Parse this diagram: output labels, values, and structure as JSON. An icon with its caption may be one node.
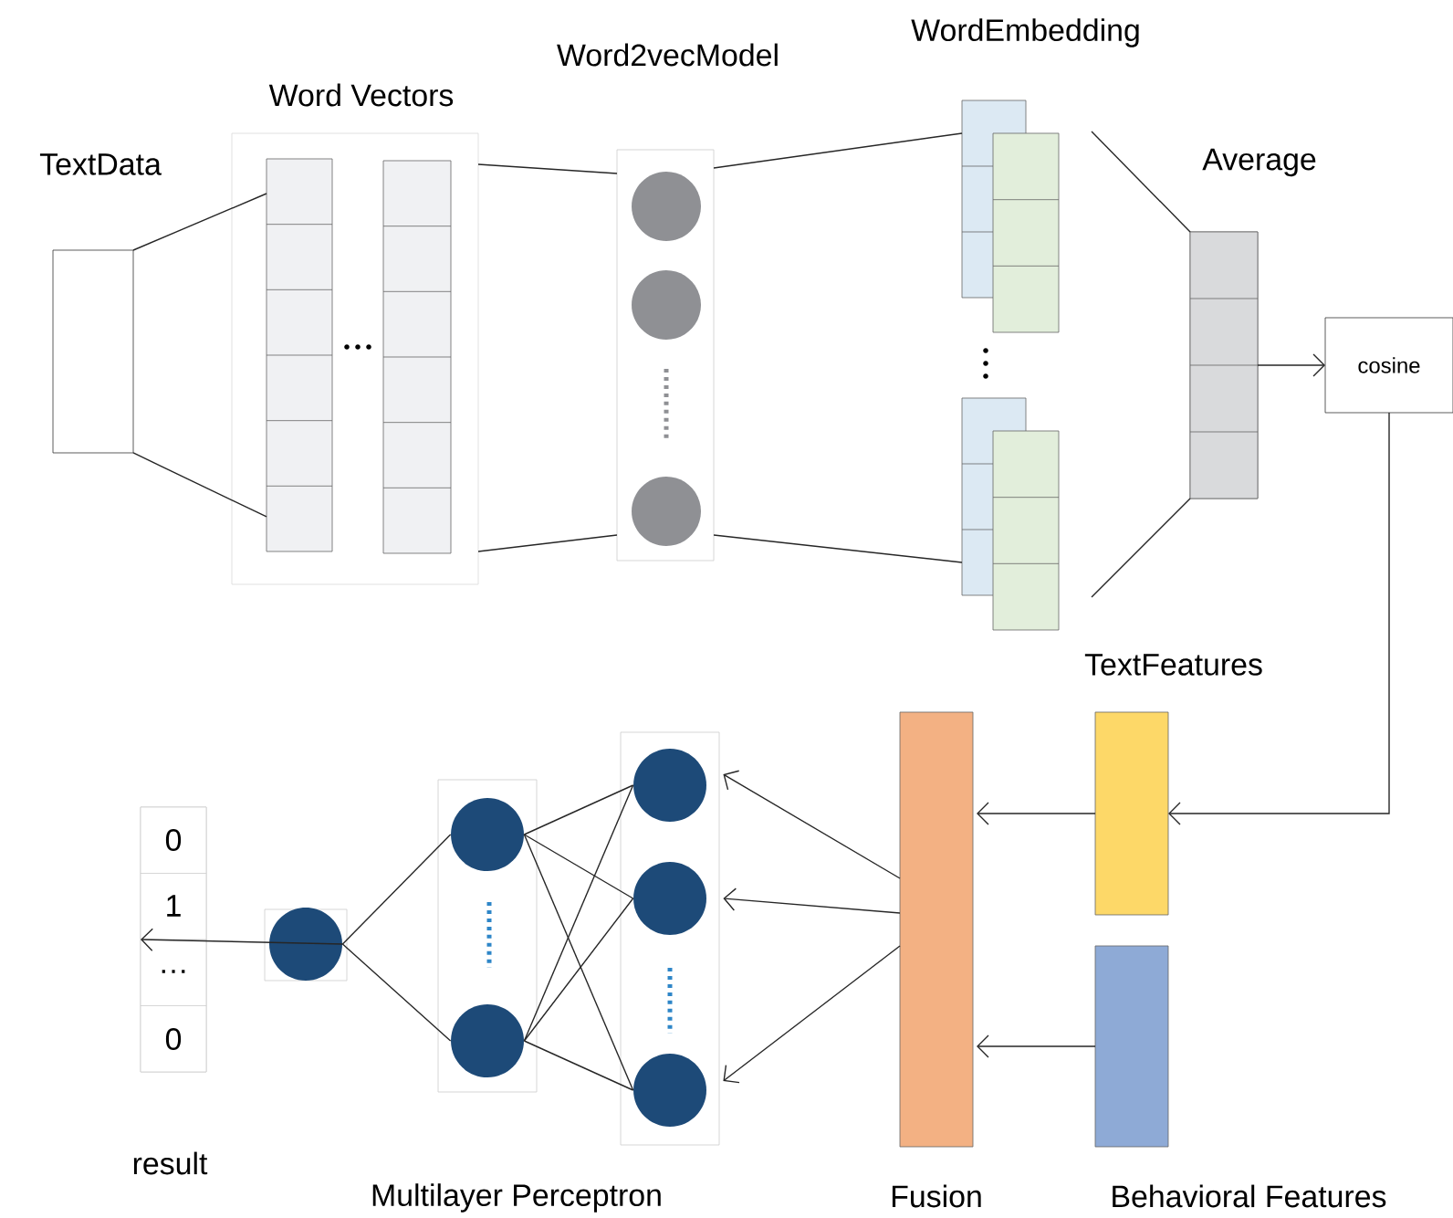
{
  "diagram": {
    "nodes": [
      {
        "text": [
          "TextData"
        ]
      },
      {
        "text": [
          "Word Vectors"
        ]
      },
      {
        "text": [
          "Word2vecModel"
        ]
      },
      {
        "text": [
          "WordEmbedding"
        ]
      },
      {
        "text": [],
        "shape": "box"
      },
      {
        "text": [
          "Average"
        ]
      },
      {
        "text": [
          "cosine"
        ]
      },
      {
        "text": [
          "TextFeatures"
        ]
      },
      {
        "text": [],
        "shape": "bar",
        "beside": [
          "Behavioral Features"
        ]
      },
      {
        "text": [],
        "shape": "bar",
        "beside": [
          "Fusion"
        ]
      },
      {
        "text": [],
        "shape": "box"
      },
      {
        "text": [],
        "shape": "circle",
        "in": 10
      },
      {
        "text": [],
        "shape": "circle",
        "in": 10
      },
      {
        "text": [],
        "shape": "circle",
        "in": 10
      },
      {
        "text": [],
        "shape": "box"
      },
      {
        "text": [],
        "shape": "circle",
        "in": 14
      },
      {
        "text": [],
        "shape": "circle",
        "in": 14
      },
      {
        "text": [],
        "shape": "box"
      },
      {
        "text": [],
        "shape": "circle",
        "in": 17
      },
      {
        "text": [
          "0",
          "1",
          "…",
          "0"
        ],
        "beside": [
          "result"
        ]
      }
    ],
    "edges": [
      {
        "from": 0,
        "to": 1,
        "arrow": "none"
      },
      {
        "from": 0,
        "to": 1,
        "arrow": "none"
      },
      {
        "from": 1,
        "to": 2,
        "arrow": "none"
      },
      {
        "from": 1,
        "to": 2,
        "arrow": "none"
      },
      {
        "from": 2,
        "to": 3,
        "arrow": "none"
      },
      {
        "from": 2,
        "to": 4,
        "arrow": "none"
      },
      {
        "from": 3,
        "to": 5,
        "arrow": "none"
      },
      {
        "from": 4,
        "to": 5,
        "arrow": "none"
      },
      {
        "from": 5,
        "to": 6,
        "arrow": "to"
      },
      {
        "from": 6,
        "to": 7,
        "arrow": "to"
      },
      {
        "from": 7,
        "to": 9,
        "arrow": "to"
      },
      {
        "from": 8,
        "to": 9,
        "arrow": "to"
      },
      {
        "from": 9,
        "to": 11,
        "arrow": "to"
      },
      {
        "from": 9,
        "to": 12,
        "arrow": "to"
      },
      {
        "from": 9,
        "to": 13,
        "arrow": "to"
      },
      {
        "from": 15,
        "to": 11,
        "arrow": "none"
      },
      {
        "from": 15,
        "to": 12,
        "arrow": "none"
      },
      {
        "from": 15,
        "to": 13,
        "arrow": "none"
      },
      {
        "from": 16,
        "to": 11,
        "arrow": "none"
      },
      {
        "from": 16,
        "to": 12,
        "arrow": "none"
      },
      {
        "from": 16,
        "to": 13,
        "arrow": "none"
      },
      {
        "from": 18,
        "to": 15,
        "arrow": "none"
      },
      {
        "from": 18,
        "to": 16,
        "arrow": "none"
      },
      {
        "from": 18,
        "to": 19,
        "arrow": "to"
      }
    ],
    "labels": [
      "Multilayer Perceptron"
    ]
  }
}
